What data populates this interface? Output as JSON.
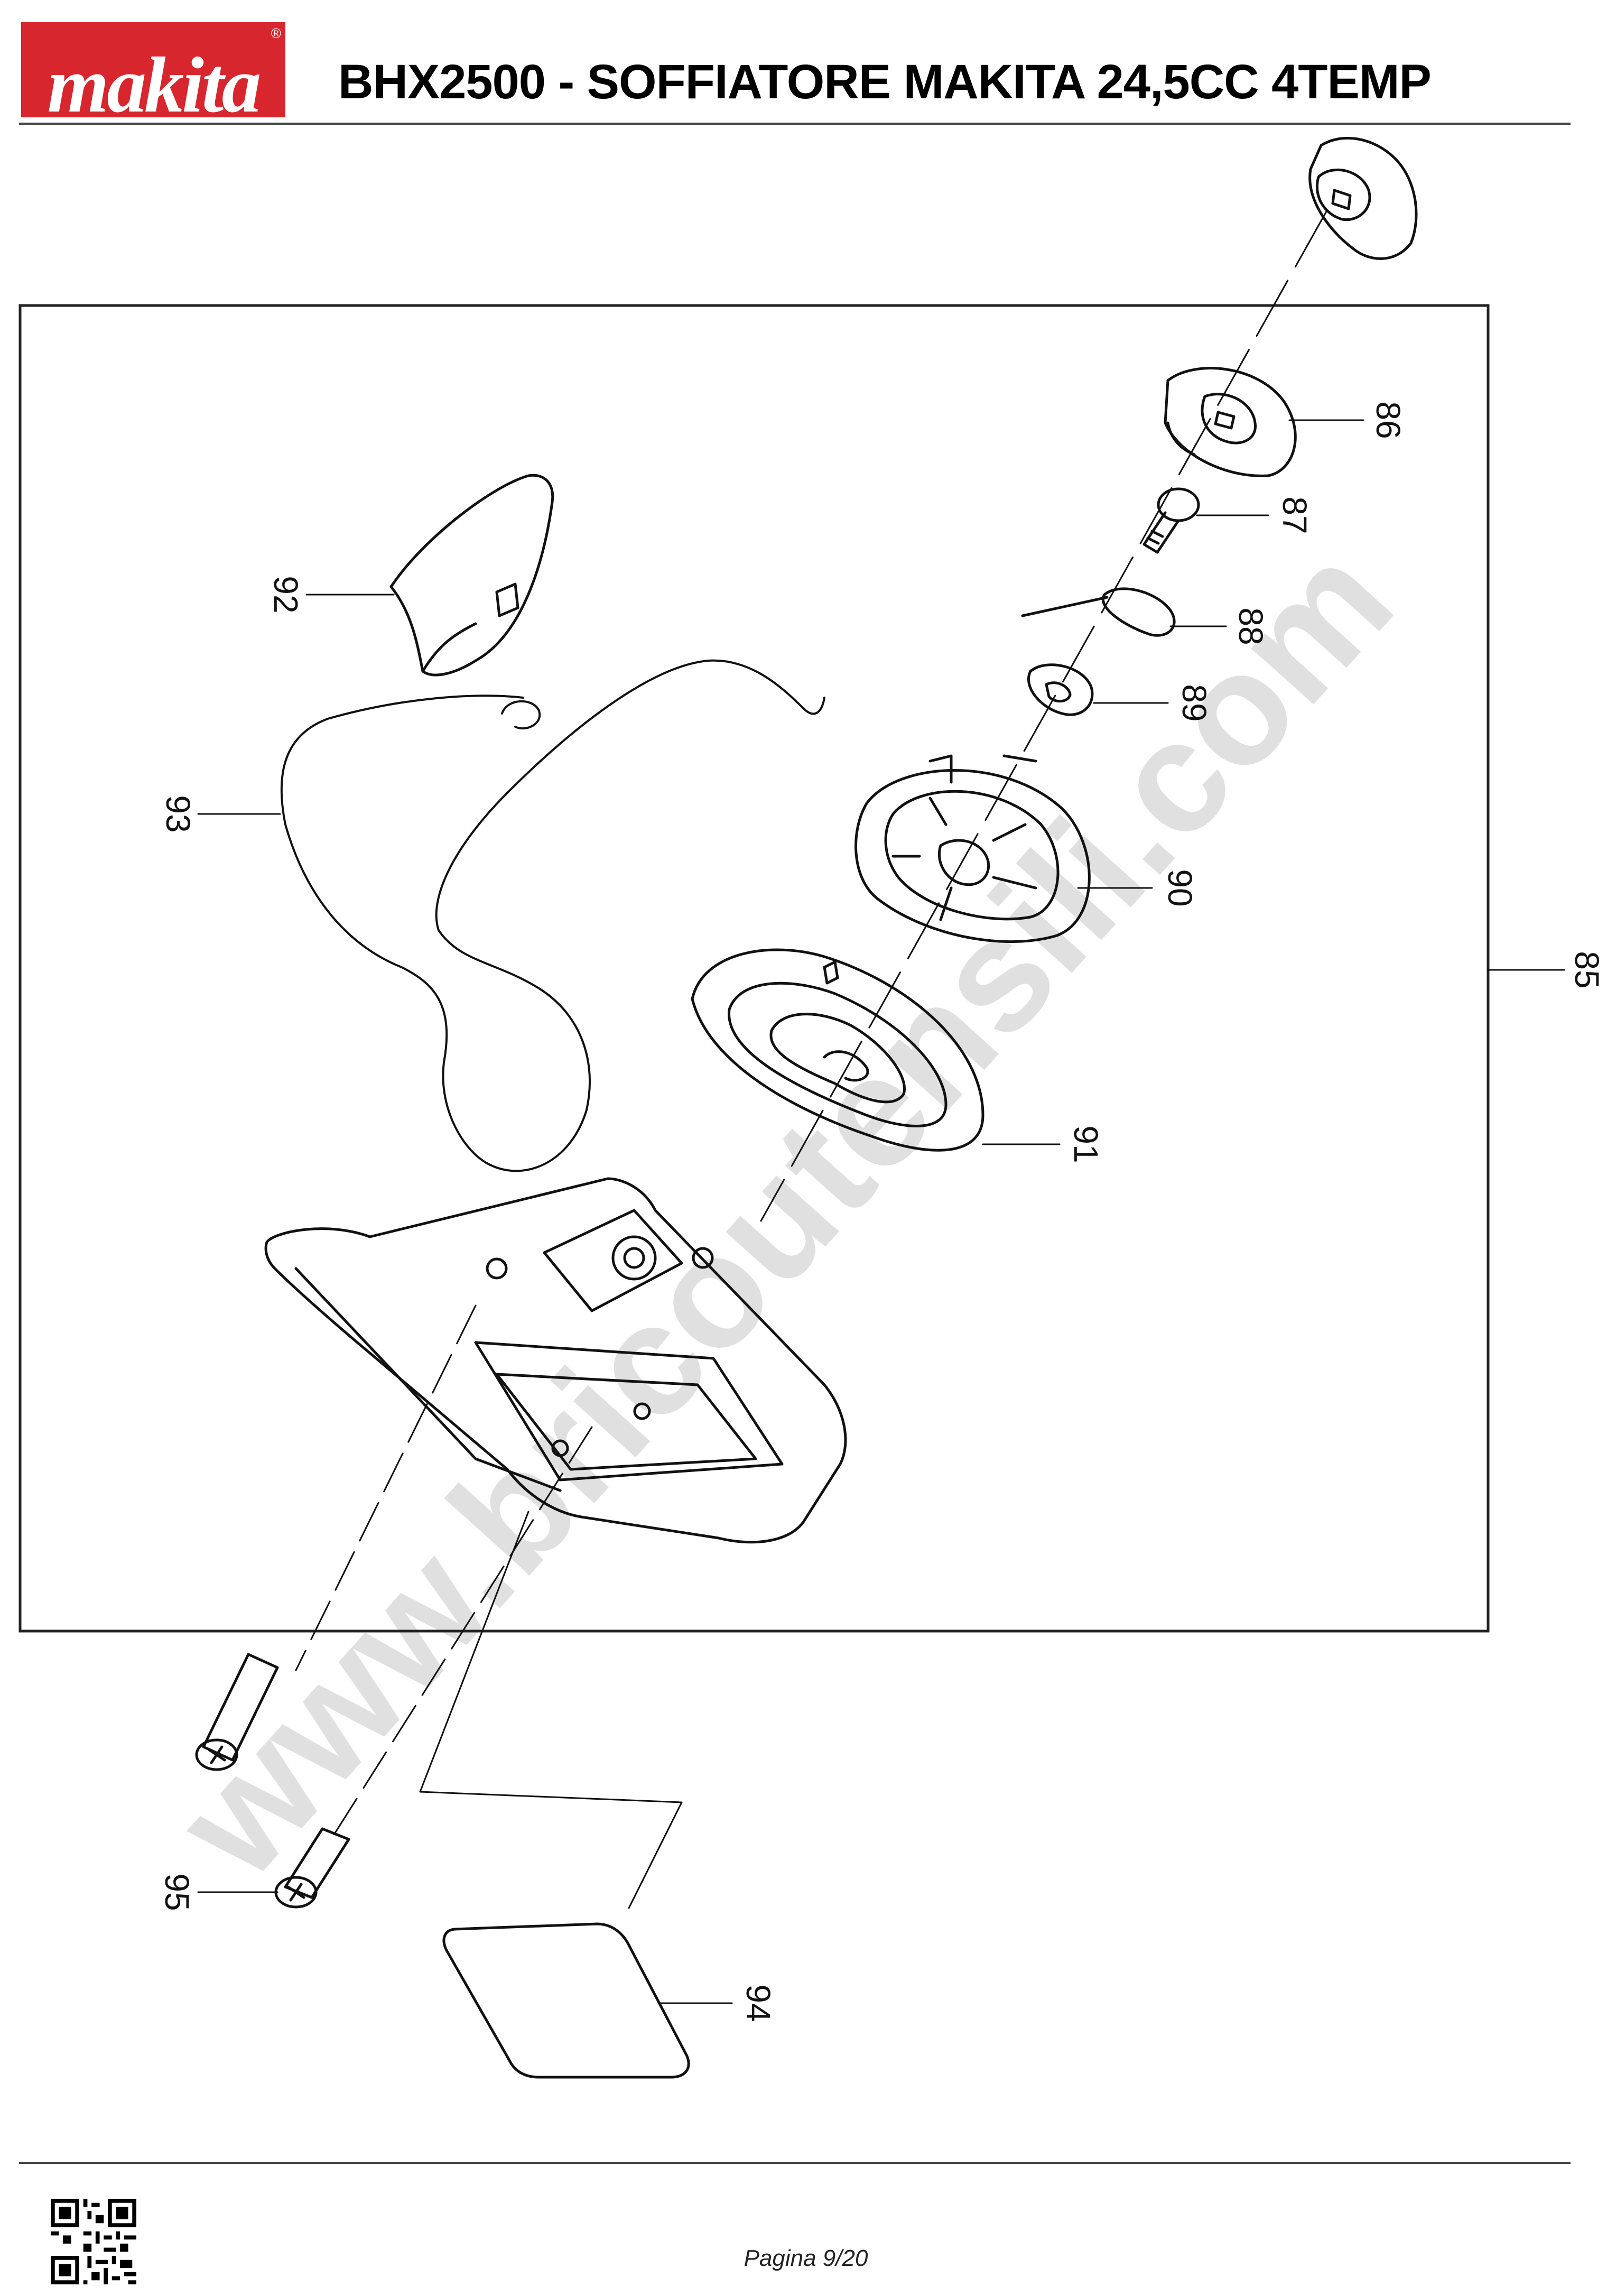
{
  "header": {
    "brand": "makita",
    "title": "BHX2500 - SOFFIATORE MAKITA 24,5CC 4TEMP"
  },
  "diagram": {
    "assembly_callout": "85",
    "callouts": [
      "86",
      "87",
      "88",
      "89",
      "90",
      "91",
      "92",
      "93",
      "94",
      "95"
    ],
    "watermark": "www.bricoutensili.com"
  },
  "footer": {
    "page_label": "Pagina 9/20"
  }
}
